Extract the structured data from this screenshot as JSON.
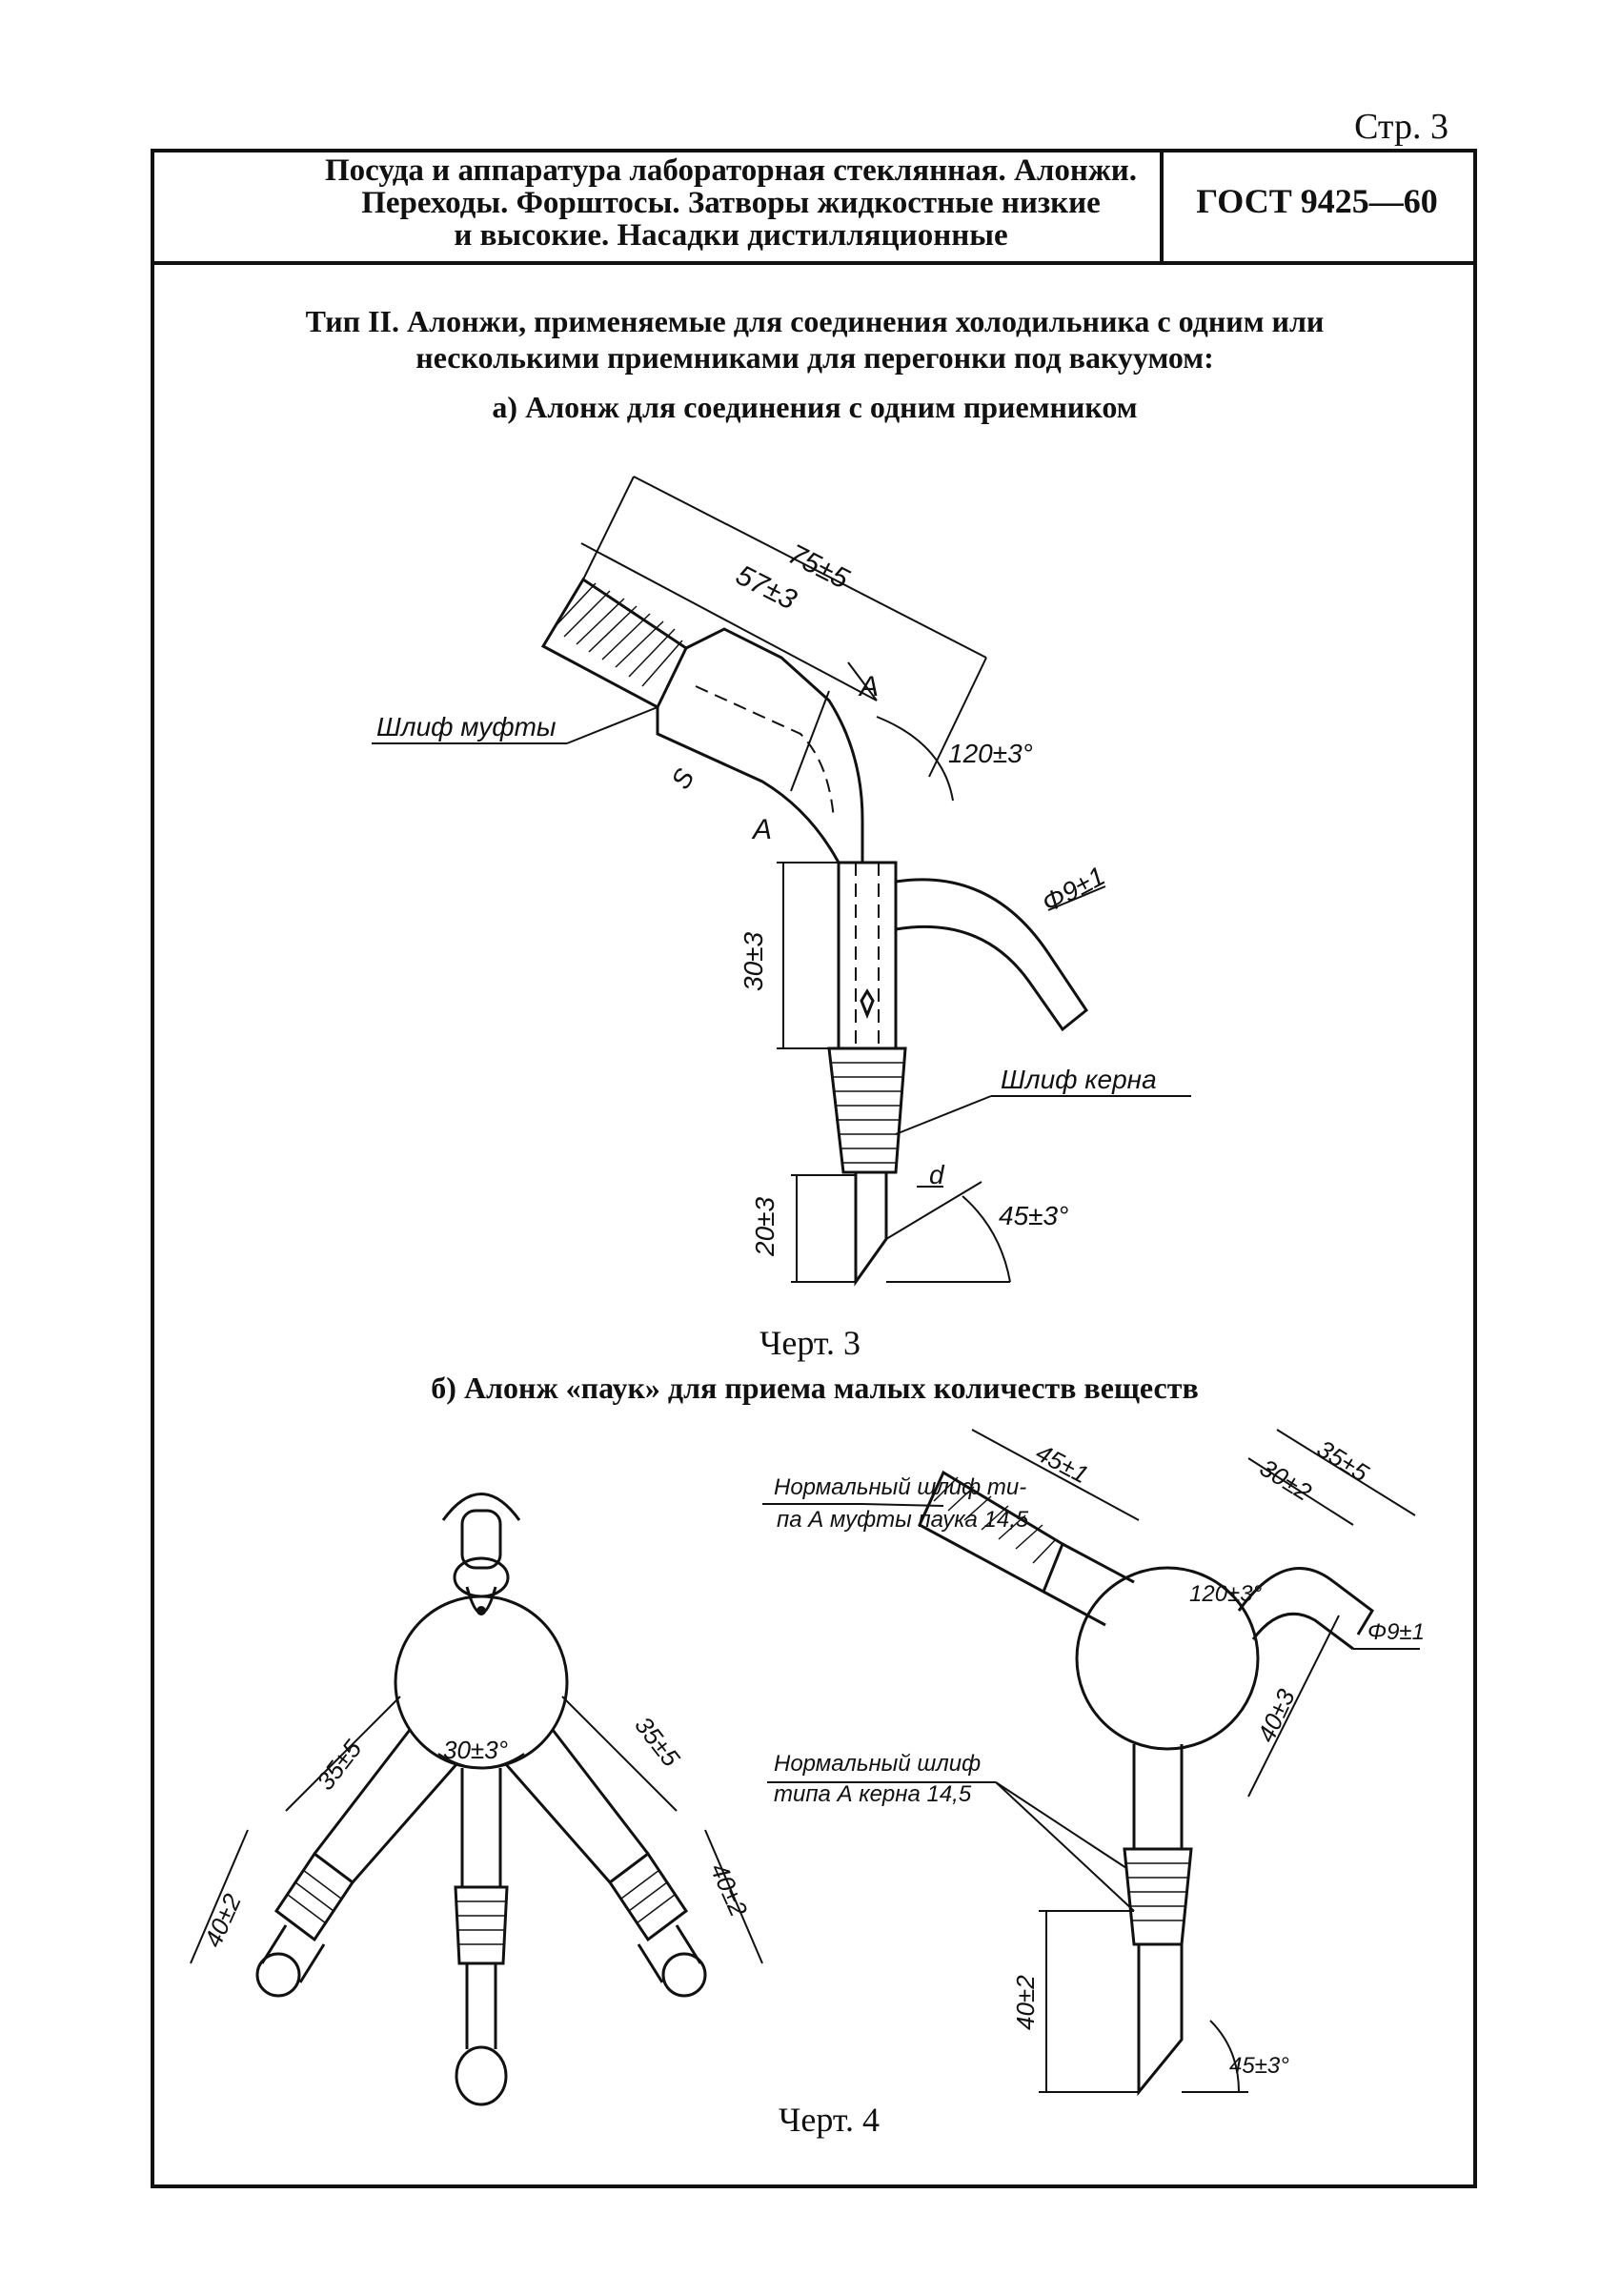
{
  "page_number": "Стр. 3",
  "header": {
    "title_lines": [
      "Посуда и аппаратура лабораторная стеклянная. Алонжи.",
      "Переходы. Форштосы. Затворы жидкостные низкие",
      "и высокие. Насадки дистилляционные"
    ],
    "code": "ГОСТ 9425—60"
  },
  "section": {
    "heading_lines": [
      "Тип II. Алонжи, применяемые для соединения  холодильника с одним или",
      "несколькими приемниками для перегонки под вакуумом:"
    ],
    "sub_a": "а) Алонж для соединения с одним приемником",
    "sub_b": "б) Алонж «паук» для приема малых  количеств веществ"
  },
  "figure3": {
    "caption": "Черт. 3",
    "labels": {
      "dim_75": "75±5",
      "dim_57": "57±3",
      "mark_a_top": "A",
      "mark_a_bottom": "A",
      "dim_s": "S",
      "angle_120": "120±3°",
      "ground_socket": "Шлиф муфты",
      "dim_phi9": "Φ9±1",
      "dim_30": "30±3",
      "ground_cone": "Шлиф керна",
      "dim_d": "d",
      "angle_45": "45±3°",
      "dim_20": "20±3"
    }
  },
  "figure4": {
    "caption": "Черт. 4",
    "labels": {
      "socket_line1": "Нормальный шлиф ти-",
      "socket_line2": "па А муфты паука 14,5",
      "dim_45": "45±1",
      "dim_35_right": "35±5",
      "dim_30_right": "30±2",
      "angle_120": "120±3°",
      "dim_phi9": "Φ9±1",
      "dim_40_right": "40±3",
      "cone_line1": "Нормальный шлиф",
      "cone_line2": "типа А керна 14,5",
      "dim_40_bottom": "40±2",
      "angle_45": "45±3°",
      "dim_35_left": "35±5",
      "dim_35_mid": "35±5",
      "angle_30": "30±3°",
      "dim_40_left": "40±2",
      "dim_40_mid": "40±2"
    }
  }
}
